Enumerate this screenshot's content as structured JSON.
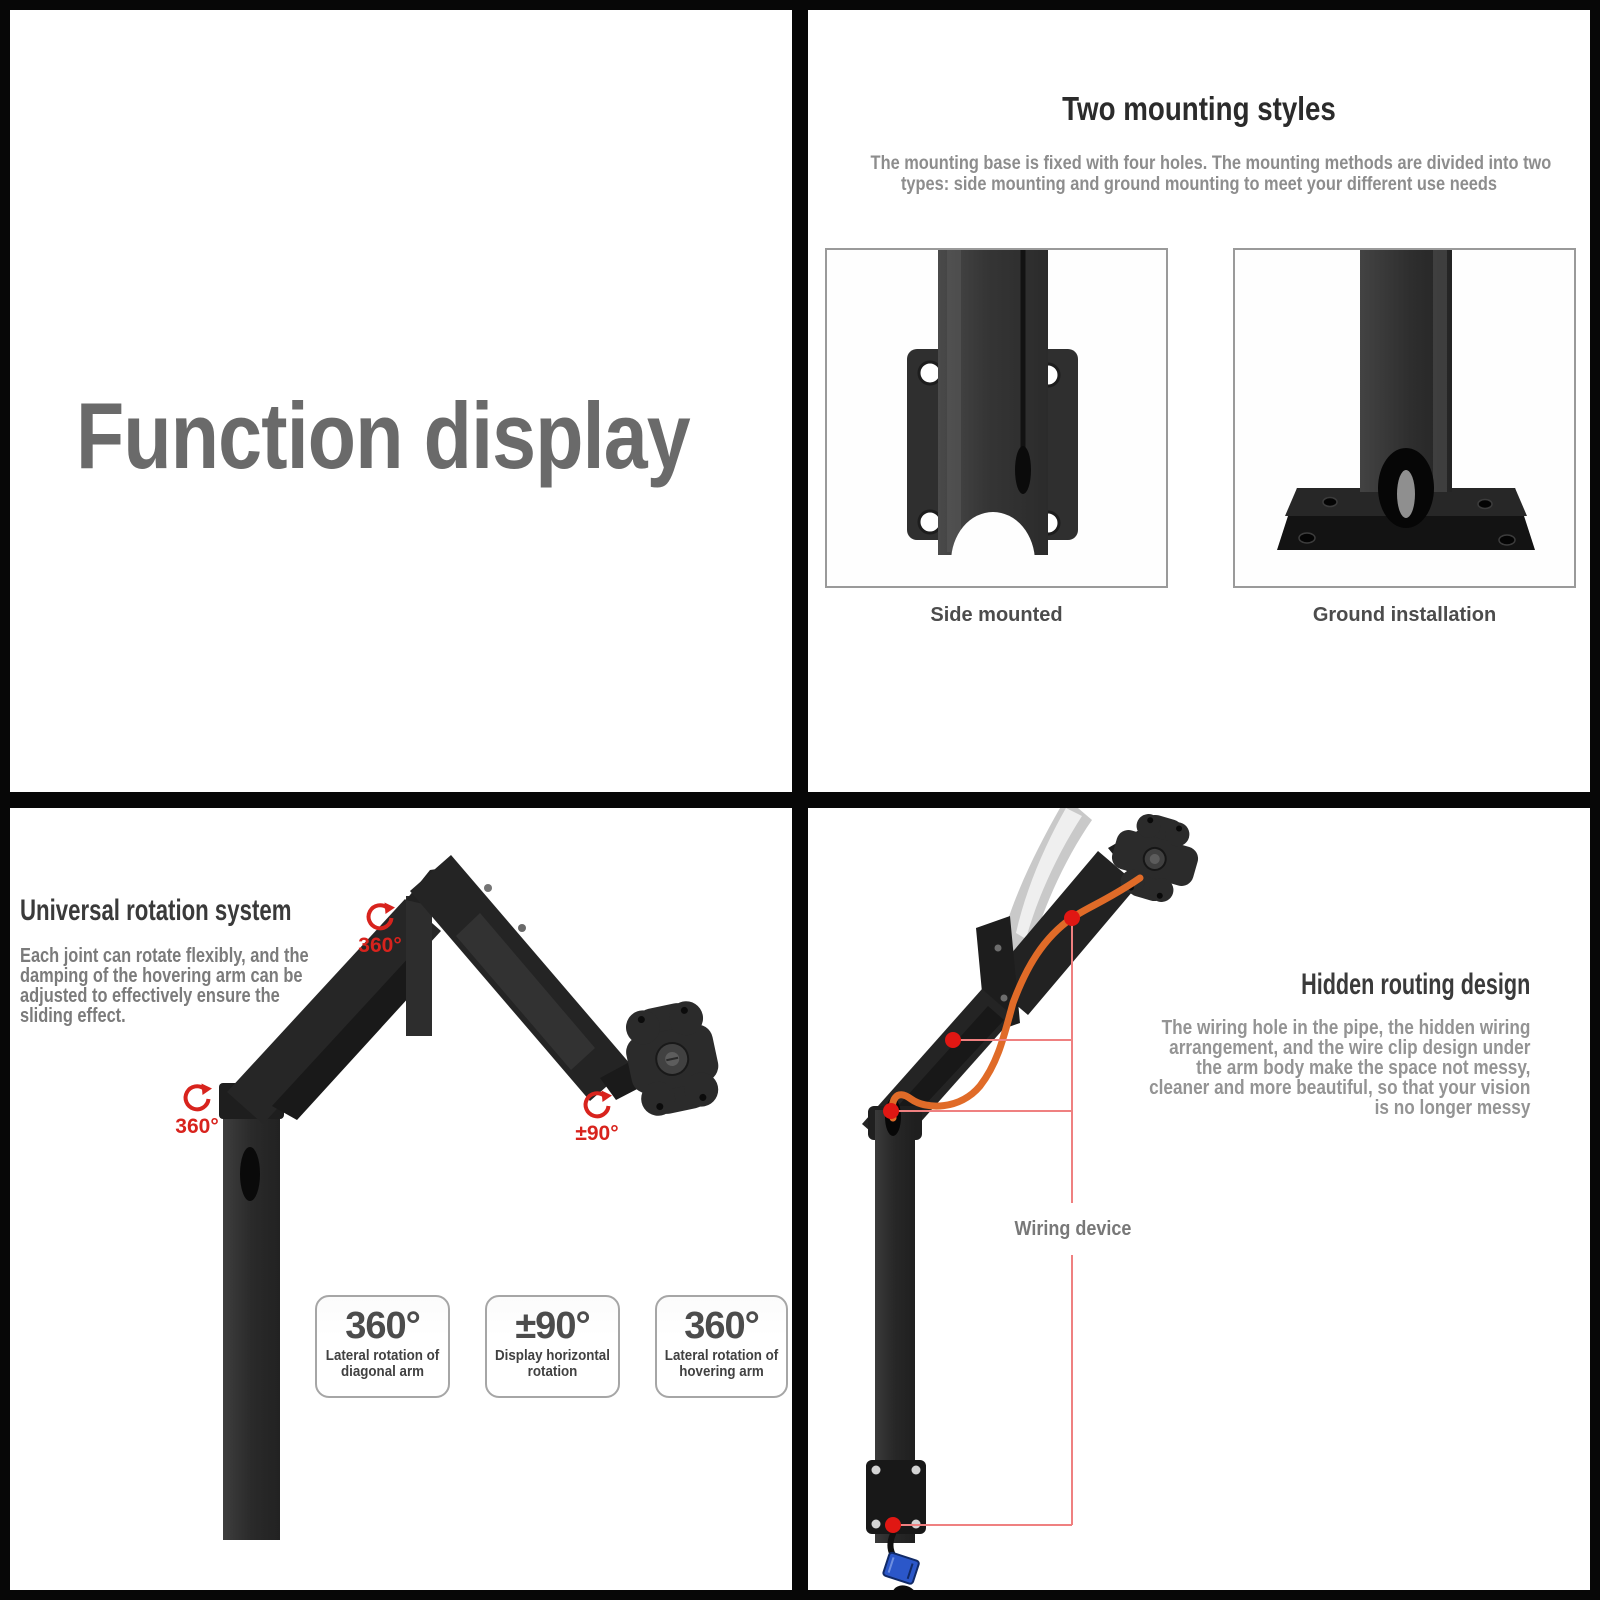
{
  "function_display": {
    "title": "Function display"
  },
  "mounting": {
    "title": "Two mounting styles",
    "subtitle_lines": [
      "The mounting base is fixed with four holes. The mounting methods are divided into two",
      "types: side mounting and ground mounting to meet your different use needs"
    ],
    "styles": [
      {
        "caption": "Side mounted"
      },
      {
        "caption": "Ground installation"
      }
    ]
  },
  "rotation": {
    "title": "Universal rotation system",
    "description_lines": [
      "Each joint can rotate flexibly, and the",
      "damping of the hovering arm can be",
      "adjusted to effectively ensure the",
      "sliding effect."
    ],
    "callouts": [
      {
        "value": "360°"
      },
      {
        "value": "360°"
      },
      {
        "value": "±90°"
      }
    ],
    "badges": [
      {
        "value": "360°",
        "label_lines": [
          "Lateral rotation of",
          "diagonal arm"
        ]
      },
      {
        "value": "±90°",
        "label_lines": [
          "Display horizontal",
          "rotation"
        ]
      },
      {
        "value": "360°",
        "label_lines": [
          "Lateral rotation of",
          "hovering arm"
        ]
      }
    ]
  },
  "routing": {
    "title": "Hidden routing design",
    "description_lines": [
      "The wiring hole in the pipe, the hidden wiring",
      "arrangement, and the wire clip design under",
      "the arm body make the space not messy,",
      "cleaner and more beautiful, so that your vision",
      "is no longer messy"
    ],
    "wiring_label": "Wiring device"
  },
  "colors": {
    "accent_red": "#d8231d",
    "guide_line_red": "#ef8080",
    "cable_orange": "#e06b28",
    "plug_blue": "#2b57c9",
    "heading_dark": "#2b2b2b",
    "body_gray": "#8d8d8d",
    "metal_dark": "#242424"
  }
}
